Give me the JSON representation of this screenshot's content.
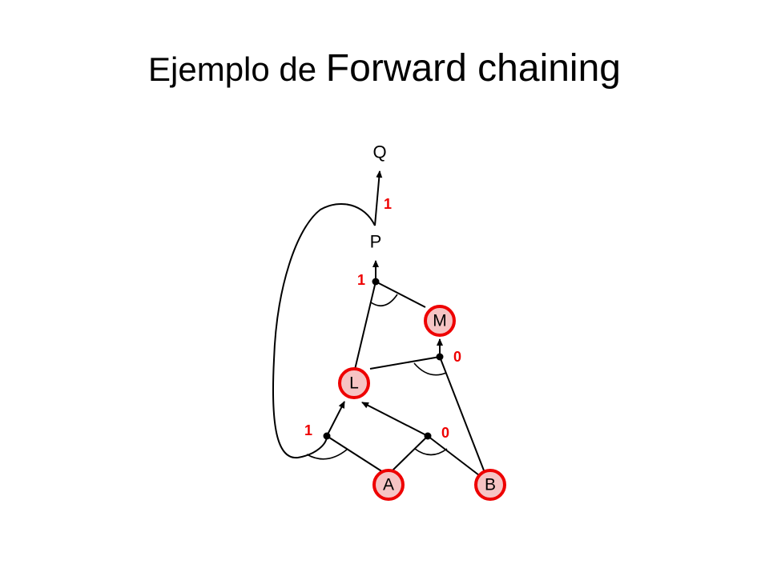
{
  "slide": {
    "title_part1": "Ejemplo de ",
    "title_part2": "Forward chaining"
  },
  "diagram": {
    "colors": {
      "inferred_stroke": "#ee0000",
      "inferred_fill": "#f6c4c4",
      "count": "#ee0000",
      "line": "#000000"
    },
    "nodes": [
      {
        "id": "Q",
        "label": "Q",
        "inferred": false
      },
      {
        "id": "P",
        "label": "P",
        "inferred": false
      },
      {
        "id": "M",
        "label": "M",
        "inferred": true
      },
      {
        "id": "L",
        "label": "L",
        "inferred": true
      },
      {
        "id": "A",
        "label": "A",
        "inferred": true
      },
      {
        "id": "B",
        "label": "B",
        "inferred": true
      }
    ],
    "counts": [
      {
        "rule": "P→Q",
        "value": "1"
      },
      {
        "rule": "L∧M→P",
        "value": "1"
      },
      {
        "rule": "B∧L→M",
        "value": "0"
      },
      {
        "rule": "A∧P→L",
        "value": "1"
      },
      {
        "rule": "A∧B→L",
        "value": "0"
      }
    ]
  }
}
